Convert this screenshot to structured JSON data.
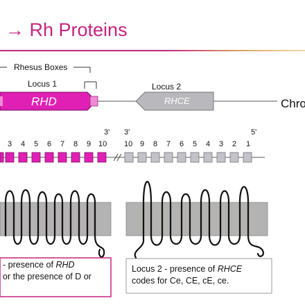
{
  "title": {
    "text": "→ Rh Proteins"
  },
  "colors": {
    "title": "#c4237e",
    "rhd": "#e020b4",
    "rhd_highlight": "#f08ad8",
    "rhce": "#b9b9bd",
    "membrane": "#b3b3b3",
    "rhd_crossing": "#a0285c",
    "rhce_crossing": "#b58a10",
    "caption_border_left": "#c4237e",
    "caption_border_right": "#999999"
  },
  "gene_map": {
    "rhesus_boxes_label": "Rhesus Boxes",
    "locus1_label": "Locus 1",
    "locus2_label": "Locus 2",
    "rhd_gene_label": "RHD",
    "rhce_gene_label": "RHCE",
    "chromosome_label": "Chro"
  },
  "exons": {
    "end_left": "3'",
    "end_mid": "3'",
    "end_right": "5'",
    "rhd_numbers": [
      "3",
      "4",
      "5",
      "6",
      "7",
      "8",
      "9",
      "10"
    ],
    "rhce_numbers": [
      "10",
      "9",
      "8",
      "7",
      "6",
      "5",
      "4",
      "3",
      "2",
      "1"
    ]
  },
  "captions": {
    "left_line1_prefix": "- presence of ",
    "left_line1_italic": "RHD",
    "left_line2": "or the presence of D or",
    "right_line1_prefix": "Locus 2 - presence of ",
    "right_line1_italic": "RHCE",
    "right_line2": "codes for Ce, CE, cE, ce."
  }
}
